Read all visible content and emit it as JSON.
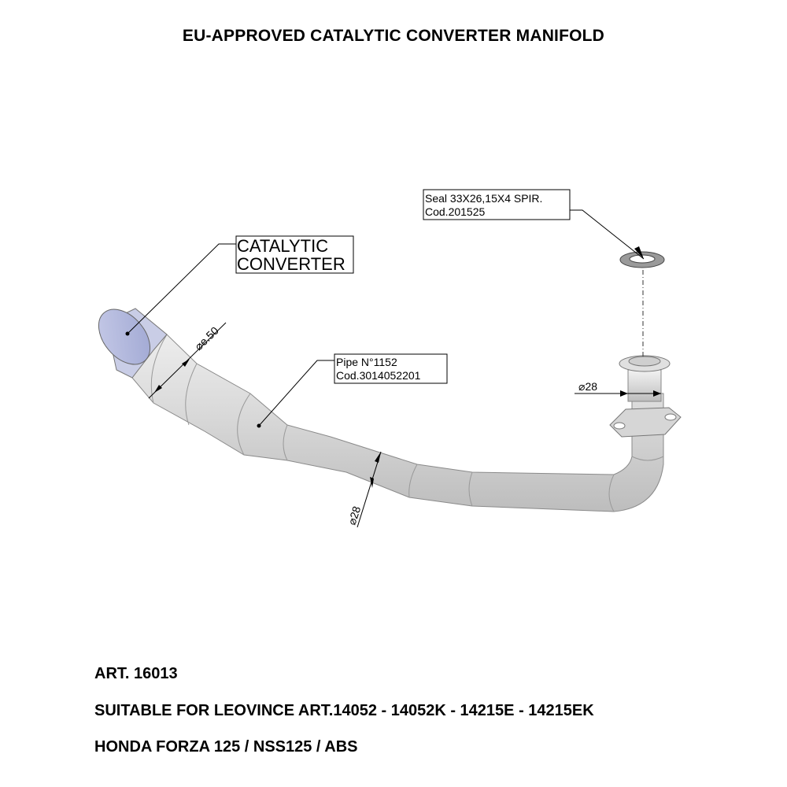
{
  "title": "EU-APPROVED CATALYTIC CONVERTER MANIFOLD",
  "labels": {
    "catalytic_line1": "CATALYTIC",
    "catalytic_line2": "CONVERTER",
    "seal_line1": "Seal 33X26,15X4 SPIR.",
    "seal_line2": "Cod.201525",
    "pipe_line1": "Pipe N°1152",
    "pipe_line2": "Cod.3014052201"
  },
  "dimensions": {
    "inlet": "e.50",
    "outlet": "28",
    "pipe": "28"
  },
  "info": {
    "art": "ART. 16013",
    "suitable": "SUITABLE FOR LEOVINCE ART.14052 - 14052K - 14215E - 14215EK",
    "model": "HONDA FORZA 125 / NSS125 / ABS"
  },
  "colors": {
    "pipe": "#dcdcdc",
    "converter_face": "#b3b9dc",
    "outline": "#555555"
  }
}
